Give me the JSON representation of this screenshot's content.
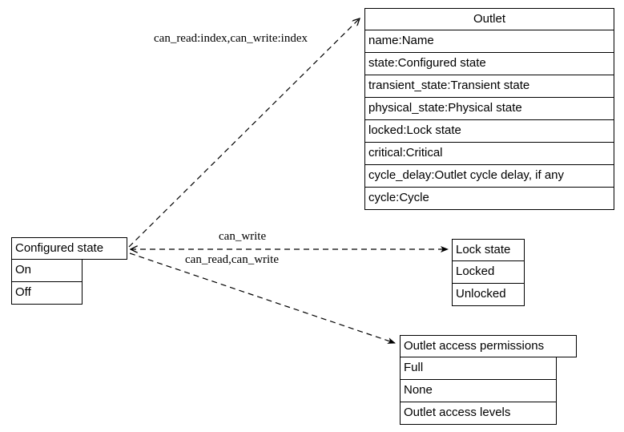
{
  "diagram": {
    "type": "uml-class-diagram",
    "background": "#ffffff",
    "line_color": "#000000",
    "text_color": "#000000"
  },
  "boxes": {
    "outlet": {
      "title": "Outlet",
      "attributes": [
        "name:Name",
        "state:Configured state",
        "transient_state:Transient state",
        "physical_state:Physical state",
        "locked:Lock state",
        "critical:Critical",
        "cycle_delay:Outlet cycle delay, if any",
        "cycle:Cycle"
      ]
    },
    "configured_state": {
      "title": "Configured state",
      "values": [
        "On",
        "Off"
      ]
    },
    "lock_state": {
      "title": "Lock state",
      "values": [
        "Locked",
        "Unlocked"
      ]
    },
    "outlet_access_permissions": {
      "title": "Outlet access permissions",
      "values": [
        "Full",
        "None",
        "Outlet access levels"
      ]
    }
  },
  "edges": [
    {
      "id": "edge-index",
      "label": "can_read:index,can_write:index",
      "from": "configured_state",
      "to": "outlet"
    },
    {
      "id": "edge-can-write",
      "label": "can_write",
      "from": "lock_state",
      "to": "configured_state"
    },
    {
      "id": "edge-can-read-can-write",
      "label": "can_read,can_write",
      "from": "configured_state",
      "to": "outlet_access_permissions"
    }
  ]
}
